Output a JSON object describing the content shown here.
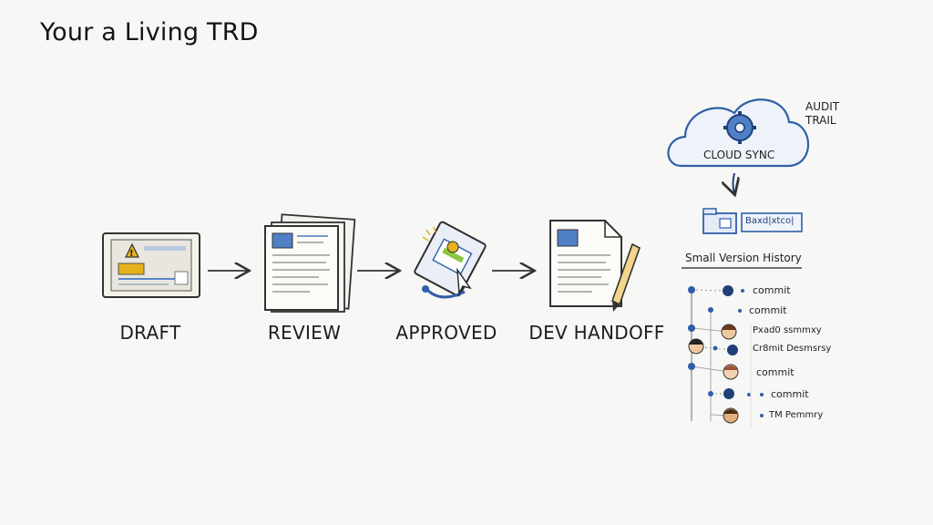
{
  "title": "Your a Living TRD",
  "stages": [
    {
      "label": "DRAFT",
      "icon": "warning-document-icon"
    },
    {
      "label": "REVIEW",
      "icon": "stacked-documents-icon"
    },
    {
      "label": "APPROVED",
      "icon": "approved-notepad-icon"
    },
    {
      "label": "DEV HANDOFF",
      "icon": "document-with-pen-icon"
    }
  ],
  "cloud": {
    "label": "CLOUD SYNC",
    "icon": "gear-icon"
  },
  "audit": {
    "line1": "AUDIT",
    "line2": "TRAIL"
  },
  "folder": {
    "label": "Baxd|xtco|"
  },
  "history": {
    "title": "Small Version History",
    "commits": [
      {
        "label": "commit"
      },
      {
        "label": "commit"
      },
      {
        "label": "Pxad0 ssmmxy"
      },
      {
        "label": "Cr8mit Desmsrsy"
      },
      {
        "label": "commit"
      },
      {
        "label": "commit"
      },
      {
        "label": "TM Pemmry"
      }
    ]
  },
  "colors": {
    "accent_blue": "#2f5fa8",
    "sketch": "#2a2a2a",
    "warning": "#e6b21c"
  }
}
